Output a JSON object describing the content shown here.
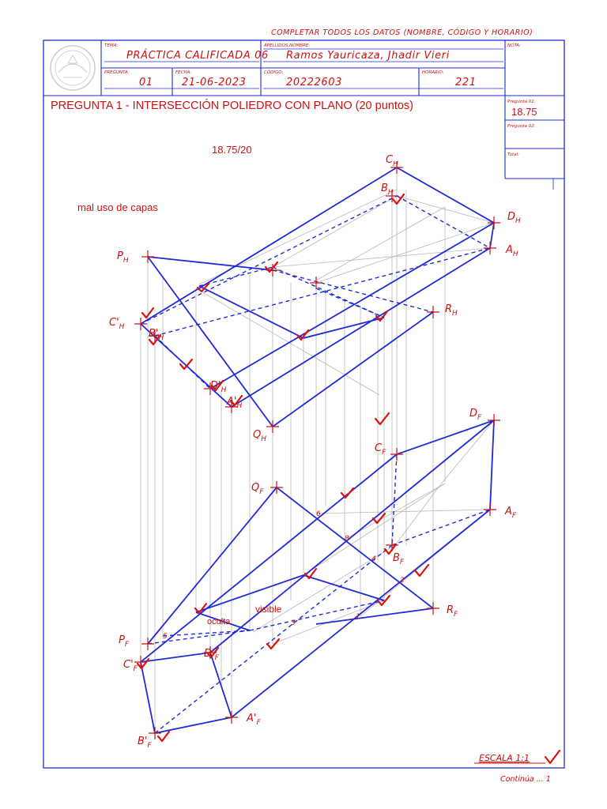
{
  "instruction": "COMPLETAR TODOS LOS DATOS (NOMBRE, CÓDIGO Y HORARIO)",
  "header": {
    "tema_label": "TEMA:",
    "tema": "PRÁCTICA CALIFICADA 06",
    "apellidos_label": "APELLIDOS,NOMBRE:",
    "apellidos": "Ramos Yauricaza, Jhadir Vieri",
    "nota_label": "NOTA:",
    "pregunta_label": "PREGUNTA:",
    "pregunta": "01",
    "fecha_label": "FECHA:",
    "fecha": "21-06-2023",
    "codigo_label": "CÓDIGO:",
    "codigo": "20222603",
    "horario_label": "HORARIO:",
    "horario": "221"
  },
  "title": "PREGUNTA 1 - INTERSECCIÓN POLIEDRO CON PLANO (20 puntos)",
  "scores": {
    "p1_label": "Pregunta 01:",
    "p1": "18.75",
    "p2_label": "Pregunta 02:",
    "total_label": "Total:"
  },
  "grade_note": "18.75/20",
  "comment": "mal uso de capas",
  "labels": {
    "visible": "visible",
    "oculta": "oculta"
  },
  "points": {
    "CH": {
      "b": "C",
      "s": "H"
    },
    "BH": {
      "b": "B",
      "s": "H"
    },
    "DH": {
      "b": "D",
      "s": "H"
    },
    "AH": {
      "b": "A",
      "s": "H"
    },
    "PH": {
      "b": "P",
      "s": "H"
    },
    "RH": {
      "b": "R",
      "s": "H"
    },
    "CpH": {
      "b": "C'",
      "s": "H"
    },
    "BpH": {
      "b": "B'",
      "s": "H"
    },
    "DpH": {
      "b": "D'",
      "s": "H"
    },
    "ApH": {
      "b": "A'",
      "s": "H"
    },
    "QH": {
      "b": "Q",
      "s": "H"
    },
    "DF": {
      "b": "D",
      "s": "F"
    },
    "CF": {
      "b": "C",
      "s": "F"
    },
    "AF": {
      "b": "A",
      "s": "F"
    },
    "QF": {
      "b": "Q",
      "s": "F"
    },
    "BF": {
      "b": "B",
      "s": "F"
    },
    "RF": {
      "b": "R",
      "s": "F"
    },
    "PF": {
      "b": "P",
      "s": "F"
    },
    "CpF": {
      "b": "C'",
      "s": "F"
    },
    "DpF": {
      "b": "D'",
      "s": "F"
    },
    "ApF": {
      "b": "A'",
      "s": "F"
    },
    "BpF": {
      "b": "B'",
      "s": "F"
    }
  },
  "numbers": [
    "1",
    "2",
    "3",
    "4",
    "5",
    "6",
    "8"
  ],
  "escala": "ESCALA 1:1",
  "continua": "Continúa ... 1"
}
